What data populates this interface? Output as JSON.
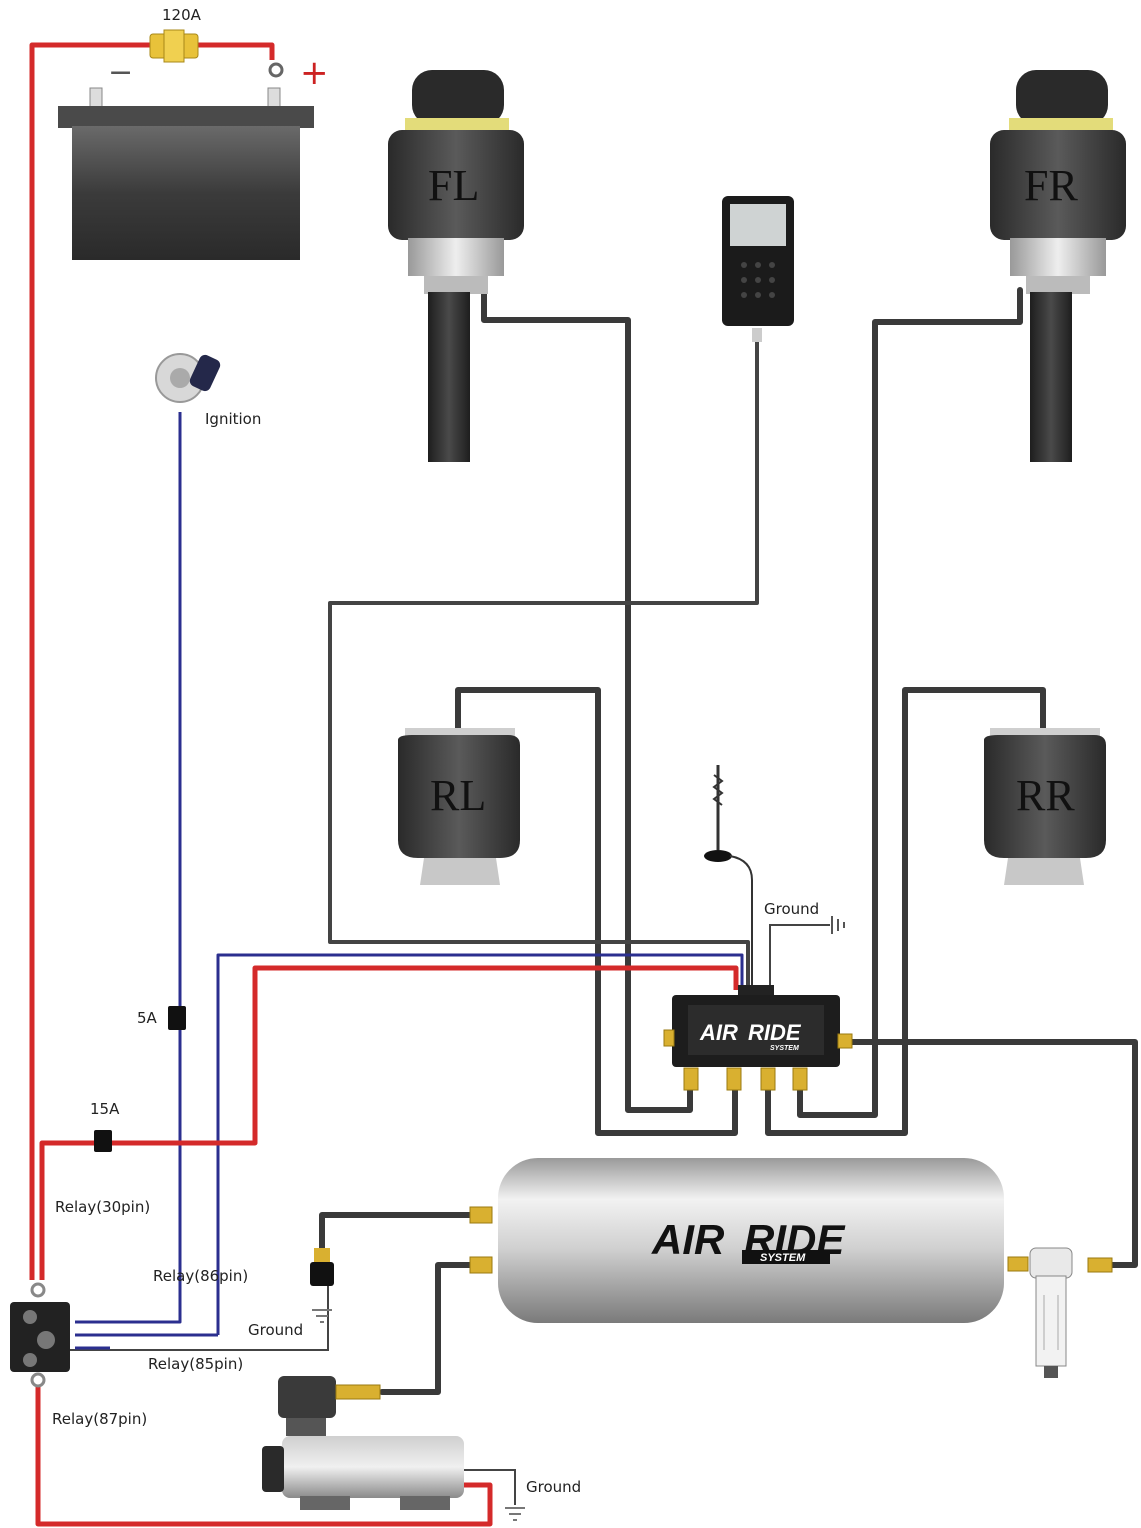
{
  "labels": {
    "fuse_main": "120A",
    "battery_plus": "+",
    "battery_minus": "−",
    "ignition": "Ignition",
    "fuse_5a": "5A",
    "fuse_15a": "15A",
    "relay_30": "Relay(30pin)",
    "relay_86": "Relay(86pin)",
    "relay_85": "Relay(85pin)",
    "relay_87": "Relay(87pin)",
    "ground_ecu": "Ground",
    "ground_switch": "Ground",
    "ground_compressor": "Ground"
  },
  "corners": {
    "fl": "FL",
    "fr": "FR",
    "rl": "RL",
    "rr": "RR"
  },
  "brand": {
    "name_left": "AIR",
    "name_right": "RIDE",
    "sub": "SYSTEM"
  },
  "colors": {
    "power_wire": "#d42a2a",
    "signal_wire": "#2b2f8f",
    "air_line": "#3a3a3a",
    "brass": "#d9b030"
  }
}
